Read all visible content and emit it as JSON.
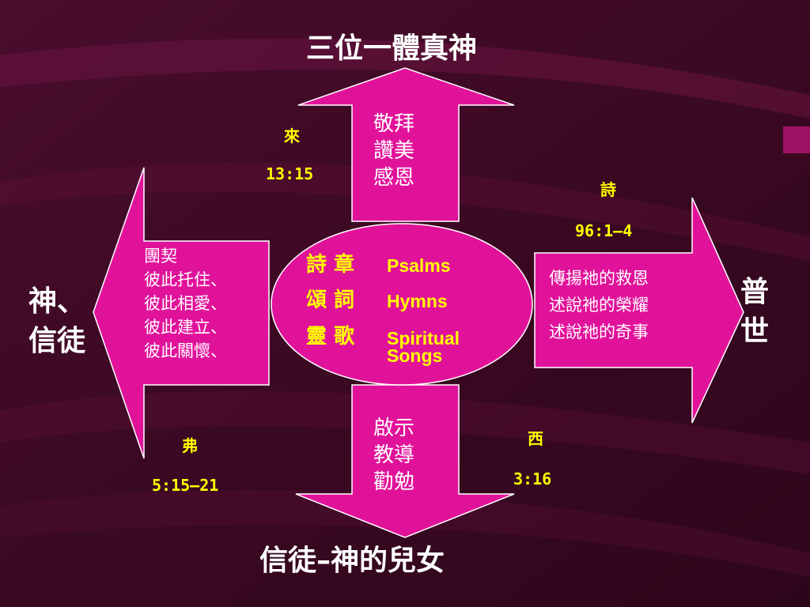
{
  "colors": {
    "background": "#3a0a24",
    "shape_fill": "#e1129a",
    "shape_stroke": "#ffffff",
    "ref_text": "#ffff00",
    "label_text": "#ffffff"
  },
  "top": {
    "title": "三位一體真神",
    "arrow_lines": [
      "敬拜",
      "讚美",
      "感恩"
    ],
    "ref_book": "來",
    "ref_verse": "13:15"
  },
  "bottom": {
    "title": "信徒–神的兒女",
    "arrow_lines": [
      "啟示",
      "教導",
      "勸勉"
    ],
    "ref_book": "西",
    "ref_verse": "3:16"
  },
  "left": {
    "title_lines": [
      "神、",
      "信徒"
    ],
    "box_lines": [
      "團契",
      "彼此托住、",
      "彼此相愛、",
      "彼此建立、",
      "彼此關懷、"
    ],
    "ref_book": "弗",
    "ref_verse": "5:15–21"
  },
  "right": {
    "title_lines": [
      "普",
      "世"
    ],
    "box_lines": [
      "傳揚祂的救恩",
      "述說祂的榮耀",
      "述說祂的奇事"
    ],
    "ref_book": "詩",
    "ref_verse": "96:1–4"
  },
  "center": {
    "items": [
      {
        "zh": "詩 章",
        "en": "Psalms"
      },
      {
        "zh": "頌 詞",
        "en": "Hymns"
      },
      {
        "zh": "靈 歌",
        "en": "Spiritual Songs"
      }
    ]
  }
}
